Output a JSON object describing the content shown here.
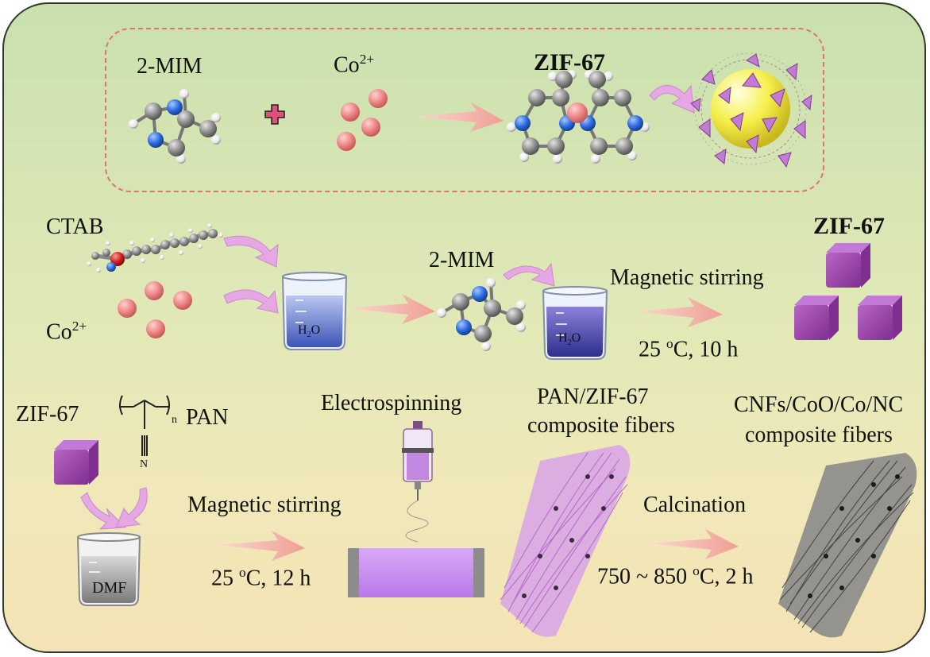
{
  "diagram": {
    "top": {
      "mim_label": "2-MIM",
      "co_label": "Co",
      "co_charge": "2+",
      "zif_label": "ZIF-67"
    },
    "middle": {
      "ctab_label": "CTAB",
      "co_label": "Co",
      "co_charge": "2+",
      "beaker1_label": "H",
      "beaker1_sub": "2",
      "beaker1_tail": "O",
      "mim_label": "2-MIM",
      "beaker2_label": "H",
      "beaker2_sub": "2",
      "beaker2_tail": "O",
      "stirring_label": "Magnetic stirring",
      "condition_temp": "25 ",
      "condition_deg": "o",
      "condition_rest": "C, 10 h",
      "product_label": "ZIF-67"
    },
    "bottom": {
      "zif_label": "ZIF-67",
      "pan_label": "PAN",
      "polymer_n": "n",
      "polymer_N": "N",
      "dmf_label": "DMF",
      "stirring_label": "Magnetic stirring",
      "condition_temp": "25 ",
      "condition_deg": "o",
      "condition_rest": "C, 12 h",
      "electrospinning_label": "Electrospinning",
      "pan_fiber_line1": "PAN/ZIF-67",
      "pan_fiber_line2": "composite fibers",
      "calcination_label": "Calcination",
      "calc_temp": "750 ~ 850 ",
      "calc_deg": "o",
      "calc_rest": "C, 2 h",
      "cnf_line1": "CNFs/CoO/Co/NC",
      "cnf_line2": "composite fibers"
    }
  },
  "colors": {
    "cobalt_ion": "#f08a8a",
    "nitrogen": "#2d6be0",
    "carbon": "#8c8c8c",
    "hydrogen": "#ffffff",
    "arrow": "#f1b3a8",
    "curved_arrow": "#e6a8e4",
    "cube": "#a24fb0",
    "fiber_pan": "#c07ad0",
    "fiber_cnf": "#555555",
    "dashed_border": "#e27171",
    "plus_sign": "#e0507a"
  }
}
